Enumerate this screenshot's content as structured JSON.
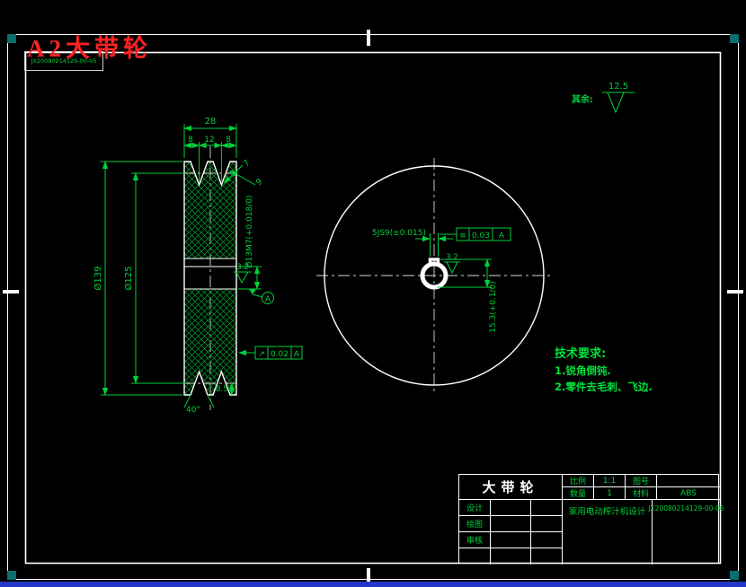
{
  "colors": {
    "line": "#ffffff",
    "dimension": "#00d03a",
    "hatch": "#00a12c",
    "sheet_title": "#ff2222",
    "tech_text": "#00e23c",
    "corner_mark": "#0c6e6e",
    "taskbar": "#2438c8"
  },
  "header": {
    "sheet_title": "A2大带轮",
    "doc_box_number": "JX20080214129-00-05",
    "surface_default_label": "其余:",
    "surface_default_value": "12.5"
  },
  "front_view": {
    "dim_width_total": "28",
    "dim_spacing": [
      "8",
      "12",
      "8"
    ],
    "dim_groove_a": "7",
    "dim_groove_b": "9",
    "dim_outer_dia": "Ø139",
    "dim_pitch_dia": "Ø125",
    "dim_bore": "Ø13M7(+0.018/0)",
    "surface_bore": "3.2",
    "datum_label": "A",
    "runout": {
      "symbol": "↗",
      "value": "0.02",
      "datum": "A"
    },
    "dim_depth": "8.5",
    "dim_angle": "40°"
  },
  "side_view": {
    "dim_keyway_width": "5JS9(±0.015)",
    "symmetry": {
      "symbol": "≡",
      "value": "0.03",
      "datum": "A"
    },
    "surface_keyway": "3.2",
    "dim_keyway_depth": "15.3(+0.1/0)"
  },
  "tech_requirements": {
    "title": "技术要求:",
    "items": [
      "1.锐角倒钝.",
      "2.零件去毛刺、飞边."
    ]
  },
  "title_block": {
    "part_name": "大带轮",
    "scale_label": "比例",
    "scale_value": "1:1",
    "drawing_no_label": "图号",
    "drawing_no_value": "",
    "qty_label": "数量",
    "qty_value": "1",
    "material_label": "材料",
    "material_value": "ABS",
    "row_design": "设计",
    "row_draw": "绘图",
    "row_check": "审核",
    "project_name": "家用电动榨汁机设计",
    "drawing_number": "JX20080214129-00-06"
  }
}
